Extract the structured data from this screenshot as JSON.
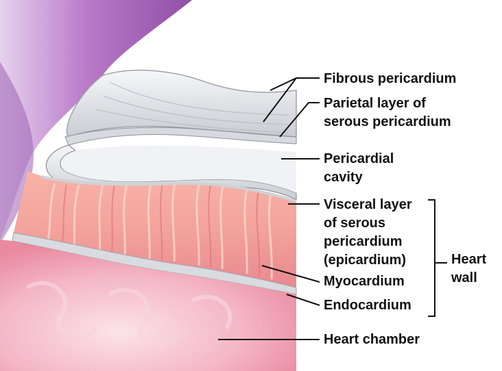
{
  "labels": {
    "fibrous": "Fibrous pericardium",
    "parietal_1": "Parietal layer of",
    "parietal_2": "serous pericardium",
    "cavity_1": "Pericardial",
    "cavity_2": "cavity",
    "visceral_1": "Visceral layer",
    "visceral_2": "of serous",
    "visceral_3": "pericardium",
    "visceral_4": "(epicardium)",
    "myocardium": "Myocardium",
    "endocardium": "Endocardium",
    "heart_chamber": "Heart chamber",
    "heart_wall_1": "Heart",
    "heart_wall_2": "wall"
  },
  "colors": {
    "outer_tissue": "#c99ad6",
    "membrane": "#e4e6ea",
    "myocardium": "#f09a9e",
    "chamber": "#f3b6c2",
    "leader": "#111111"
  }
}
